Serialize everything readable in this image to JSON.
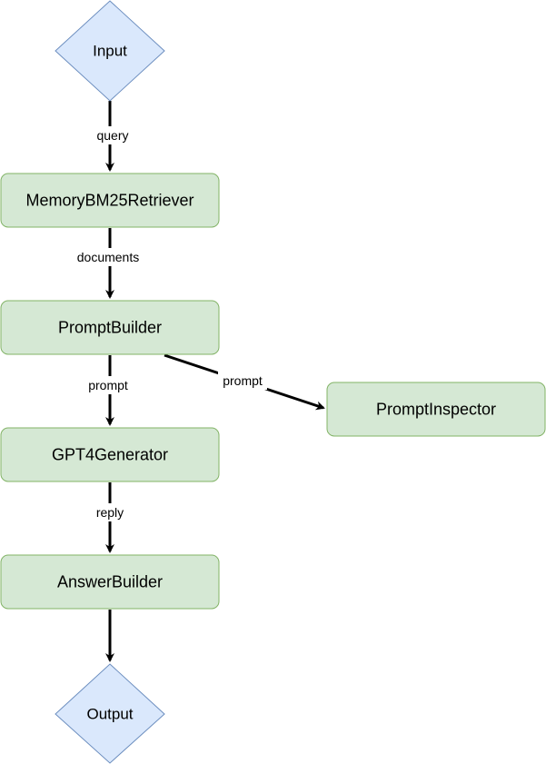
{
  "colors": {
    "process_fill": "#d5e8d4",
    "process_stroke": "#82b366",
    "terminal_fill": "#dae8fc",
    "terminal_stroke": "#6c8ebf",
    "edge": "#000000"
  },
  "nodes": {
    "input": {
      "label": "Input",
      "shape": "diamond"
    },
    "retriever": {
      "label": "MemoryBM25Retriever",
      "shape": "rounded-rect"
    },
    "prompt_builder": {
      "label": "PromptBuilder",
      "shape": "rounded-rect"
    },
    "prompt_inspector": {
      "label": "PromptInspector",
      "shape": "rounded-rect"
    },
    "generator": {
      "label": "GPT4Generator",
      "shape": "rounded-rect"
    },
    "answer_builder": {
      "label": "AnswerBuilder",
      "shape": "rounded-rect"
    },
    "output": {
      "label": "Output",
      "shape": "diamond"
    }
  },
  "edges": {
    "input_to_retriever": {
      "from": "Input",
      "to": "MemoryBM25Retriever",
      "label": "query"
    },
    "retriever_to_prompt_builder": {
      "from": "MemoryBM25Retriever",
      "to": "PromptBuilder",
      "label": "documents"
    },
    "prompt_builder_to_generator": {
      "from": "PromptBuilder",
      "to": "GPT4Generator",
      "label": "prompt"
    },
    "prompt_builder_to_inspector": {
      "from": "PromptBuilder",
      "to": "PromptInspector",
      "label": "prompt"
    },
    "generator_to_answer_builder": {
      "from": "GPT4Generator",
      "to": "AnswerBuilder",
      "label": "reply"
    },
    "answer_builder_to_output": {
      "from": "AnswerBuilder",
      "to": "Output",
      "label": ""
    }
  }
}
